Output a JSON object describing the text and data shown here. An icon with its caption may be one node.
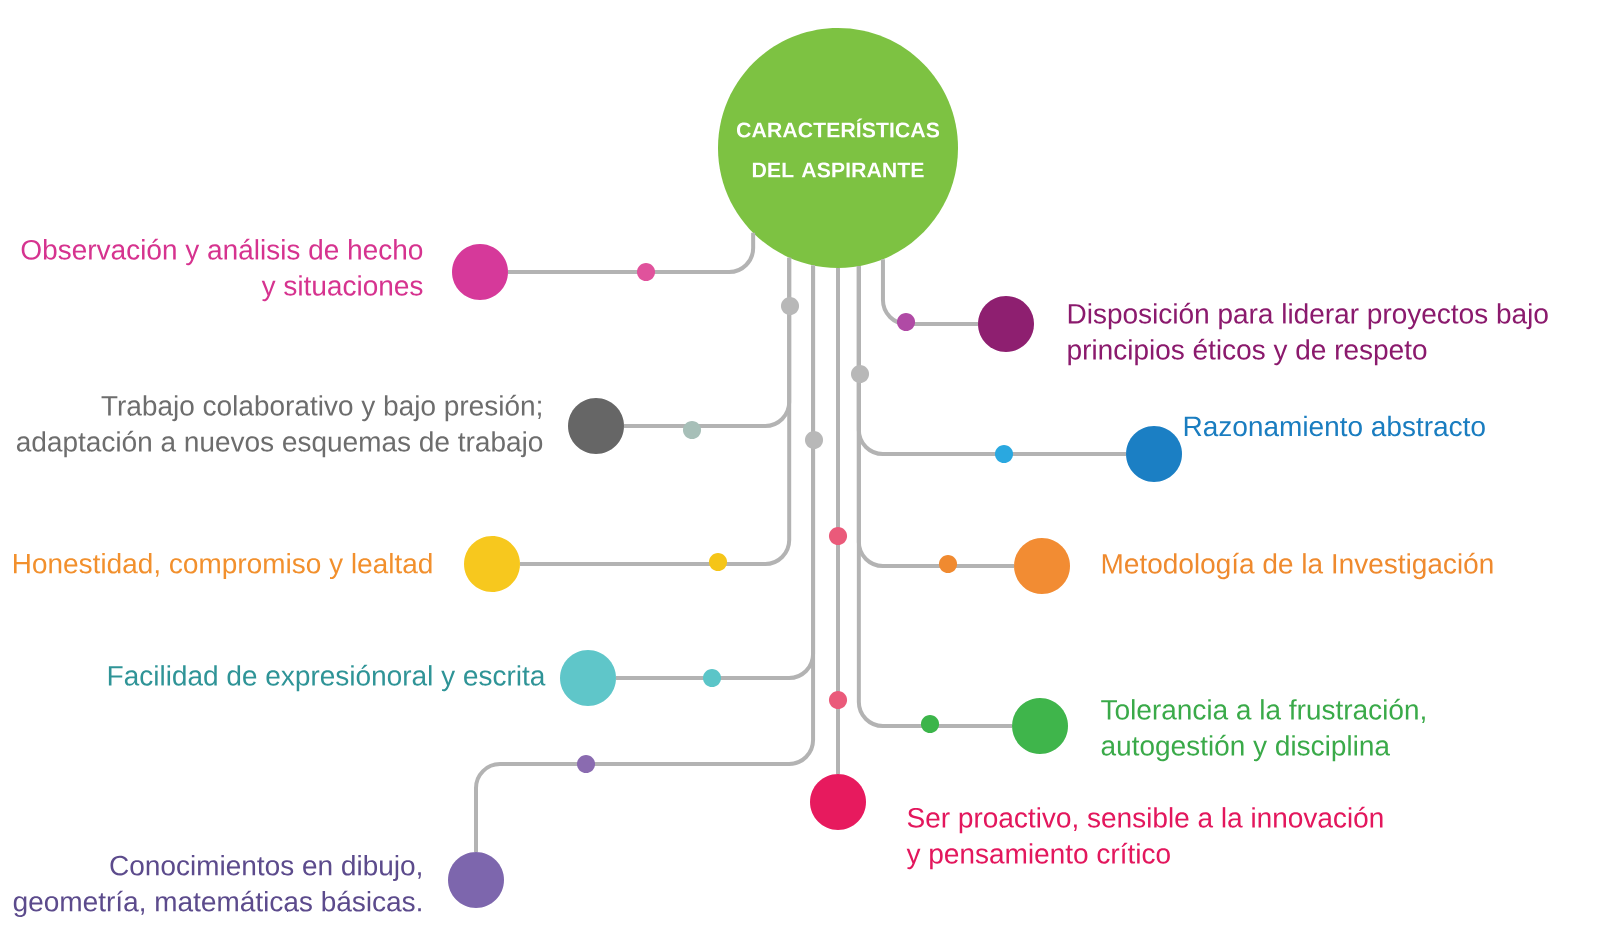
{
  "diagram": {
    "nodes": [
      {
        "text": [
          "CARACTERÍSTICAS DEL ASPIRANTE"
        ]
      },
      {
        "text": [
          "Observación y análisis de hecho y situaciones"
        ]
      },
      {
        "text": [
          "Disposición para liderar proyectos bajo principios éticos y de respeto"
        ]
      },
      {
        "text": [
          "Trabajo colaborativo y bajo presión; adaptación a nuevos esquemas de trabajo"
        ]
      },
      {
        "text": [
          "Razonamiento abstracto"
        ]
      },
      {
        "text": [
          "Honestidad, compromiso y lealtad"
        ]
      },
      {
        "text": [
          "Metodología de la Investigación"
        ]
      },
      {
        "text": [
          "Facilidad de expresiónoral y escrita"
        ]
      },
      {
        "text": [
          "Tolerancia a la frustración, autogestión y disciplina"
        ]
      },
      {
        "text": [
          "Ser proactivo, sensible a la innovación y pensamiento crítico"
        ]
      },
      {
        "text": [
          "Conocimientos en dibujo, geometría, matemáticas básicas."
        ]
      }
    ],
    "edges": [
      {
        "from": 0,
        "to": 1,
        "arrow": "none"
      },
      {
        "from": 0,
        "to": 2,
        "arrow": "none"
      },
      {
        "from": 0,
        "to": 3,
        "arrow": "none"
      },
      {
        "from": 0,
        "to": 4,
        "arrow": "none"
      },
      {
        "from": 0,
        "to": 5,
        "arrow": "none"
      },
      {
        "from": 0,
        "to": 6,
        "arrow": "none"
      },
      {
        "from": 0,
        "to": 7,
        "arrow": "none"
      },
      {
        "from": 0,
        "to": 8,
        "arrow": "none"
      },
      {
        "from": 0,
        "to": 9,
        "arrow": "none"
      },
      {
        "from": 0,
        "to": 10,
        "arrow": "none"
      }
    ]
  }
}
